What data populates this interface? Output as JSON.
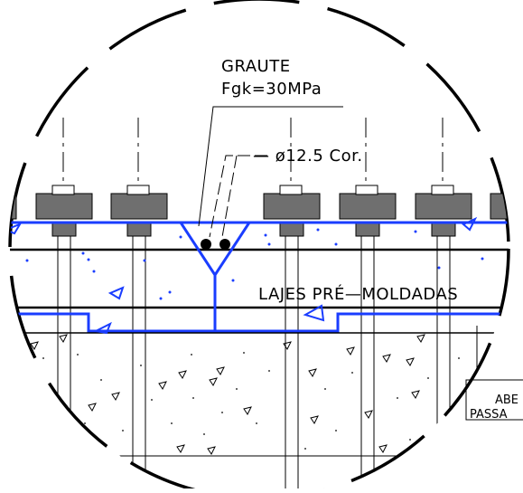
{
  "labels": {
    "grout_title": "GRAUTE",
    "grout_strength": "Fgk=30MPa",
    "rebar": "— ø12.5  Cor.",
    "slabs": "LAJES  PRÉ—MOLDADAS",
    "opening_line1": "ABE",
    "opening_line2": "PASSA"
  },
  "colors": {
    "linework": "#000000",
    "structure_blue": "#1a3dff",
    "background": "#ffffff"
  },
  "symbols": {
    "detail_boundary": "dashed-circle",
    "rebar_dots": 2
  }
}
